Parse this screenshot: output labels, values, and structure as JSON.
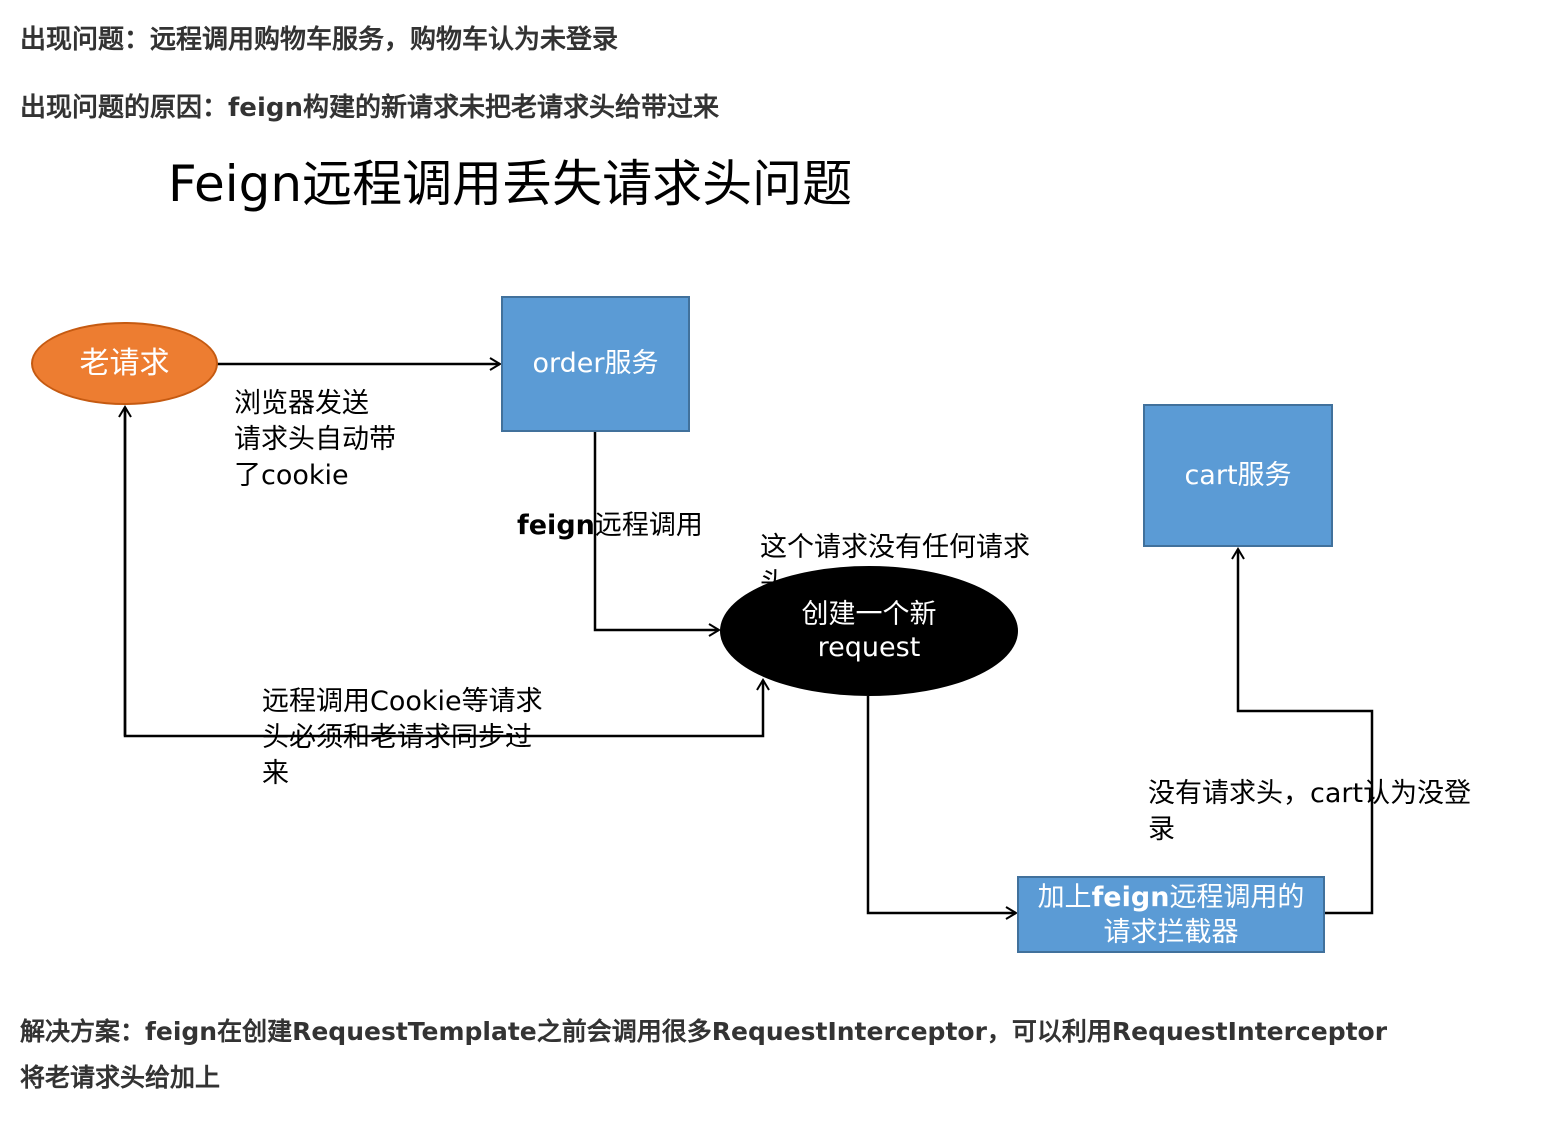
{
  "notes": {
    "problem": "出现问题：远程调用购物车服务，购物车认为未登录",
    "cause": "出现问题的原因：feign构建的新请求未把老请求头给带过来",
    "solution_line1": "解决方案：feign在创建RequestTemplate之前会调用很多RequestInterceptor，可以利用RequestInterceptor",
    "solution_line2": "将老请求头给加上"
  },
  "diagram": {
    "title": "Feign远程调用丢失请求头问题",
    "nodes": {
      "old_request": "老请求",
      "order_service": "order服务",
      "cart_service": "cart服务",
      "new_request_line1": "创建一个新",
      "new_request_line2": "request",
      "interceptor_line1_bold": "feign",
      "interceptor_line1_prefix": "加上",
      "interceptor_line1_suffix": "远程调用的",
      "interceptor_line2": "请求拦截器"
    },
    "labels": {
      "browser_line1": "浏览器发送",
      "browser_line2": "请求头自动带",
      "browser_line3": "了cookie",
      "feign_call_bold": "feign",
      "feign_call_rest": "远程调用",
      "no_header_line1": "这个请求没有任何请求",
      "no_header_line2": "头",
      "sync_line1": "远程调用Cookie等请求",
      "sync_line2": "头必须和老请求同步过",
      "sync_line3": "来",
      "cart_line1": "没有请求头，cart认为没登",
      "cart_line2": "录"
    },
    "colors": {
      "old_request_fill": "#ed7d31",
      "service_fill": "#5b9bd5",
      "new_request_fill": "#000000",
      "connector": "#000000"
    }
  }
}
